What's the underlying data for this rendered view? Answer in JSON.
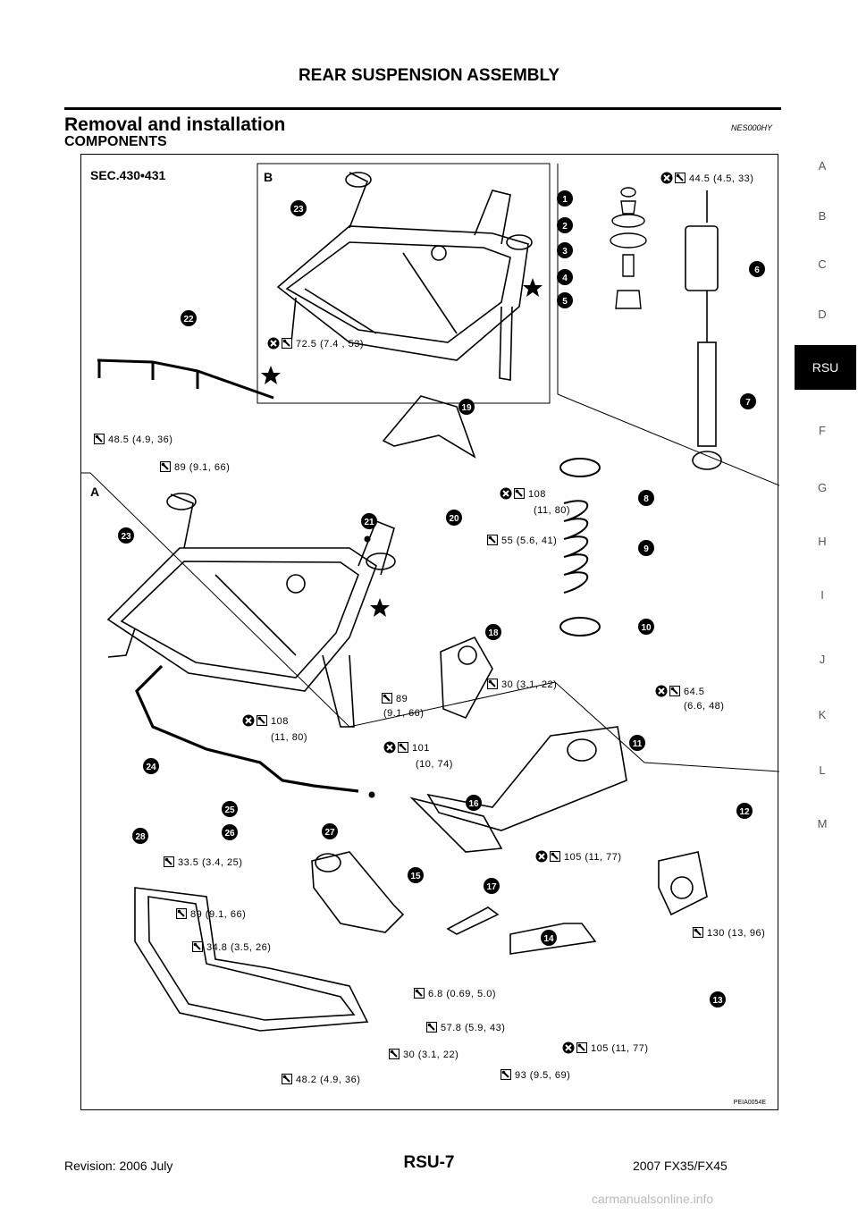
{
  "header": {
    "title": "REAR SUSPENSION ASSEMBLY"
  },
  "section": {
    "title": "Removal and installation",
    "code": "NES000HY",
    "subtitle": "COMPONENTS"
  },
  "side_tabs": [
    "A",
    "B",
    "C",
    "D",
    "RSU",
    "F",
    "G",
    "H",
    "I",
    "J",
    "K",
    "L",
    "M"
  ],
  "active_tab": "RSU",
  "figure": {
    "sec_label": "SEC.430•431",
    "box_a": "A",
    "box_b": "B",
    "figure_code": "PEIA0054E",
    "callouts": [
      "1",
      "2",
      "3",
      "4",
      "5",
      "6",
      "7",
      "8",
      "9",
      "10",
      "11",
      "12",
      "13",
      "14",
      "15",
      "16",
      "17",
      "18",
      "19",
      "20",
      "21",
      "22",
      "23",
      "23",
      "24",
      "25",
      "26",
      "27",
      "28"
    ],
    "torques": [
      "44.5 (4.5, 33)",
      "72.5 (7.4 , 53)",
      "48.5 (4.9, 36)",
      "89 (9.1, 66)",
      "108",
      "(11, 80)",
      "55 (5.6, 41)",
      "30 (3.1, 22)",
      "64.5",
      "(6.6, 48)",
      "89",
      "(9.1, 66)",
      "108",
      "(11, 80)",
      "101",
      "(10, 74)",
      "105 (11, 77)",
      "33.5 (3.4, 25)",
      "89 (9.1, 66)",
      "34.8 (3.5, 26)",
      "130 (13, 96)",
      "6.8 (0.69, 5.0)",
      "57.8 (5.9, 43)",
      "30 (3.1, 22)",
      "105 (11, 77)",
      "48.2 (4.9, 36)",
      "93 (9.5, 69)"
    ]
  },
  "footer": {
    "left": "Revision: 2006 July",
    "center": "RSU-7",
    "right": "2007 FX35/FX45"
  },
  "watermark": "carmanualsonline.info"
}
